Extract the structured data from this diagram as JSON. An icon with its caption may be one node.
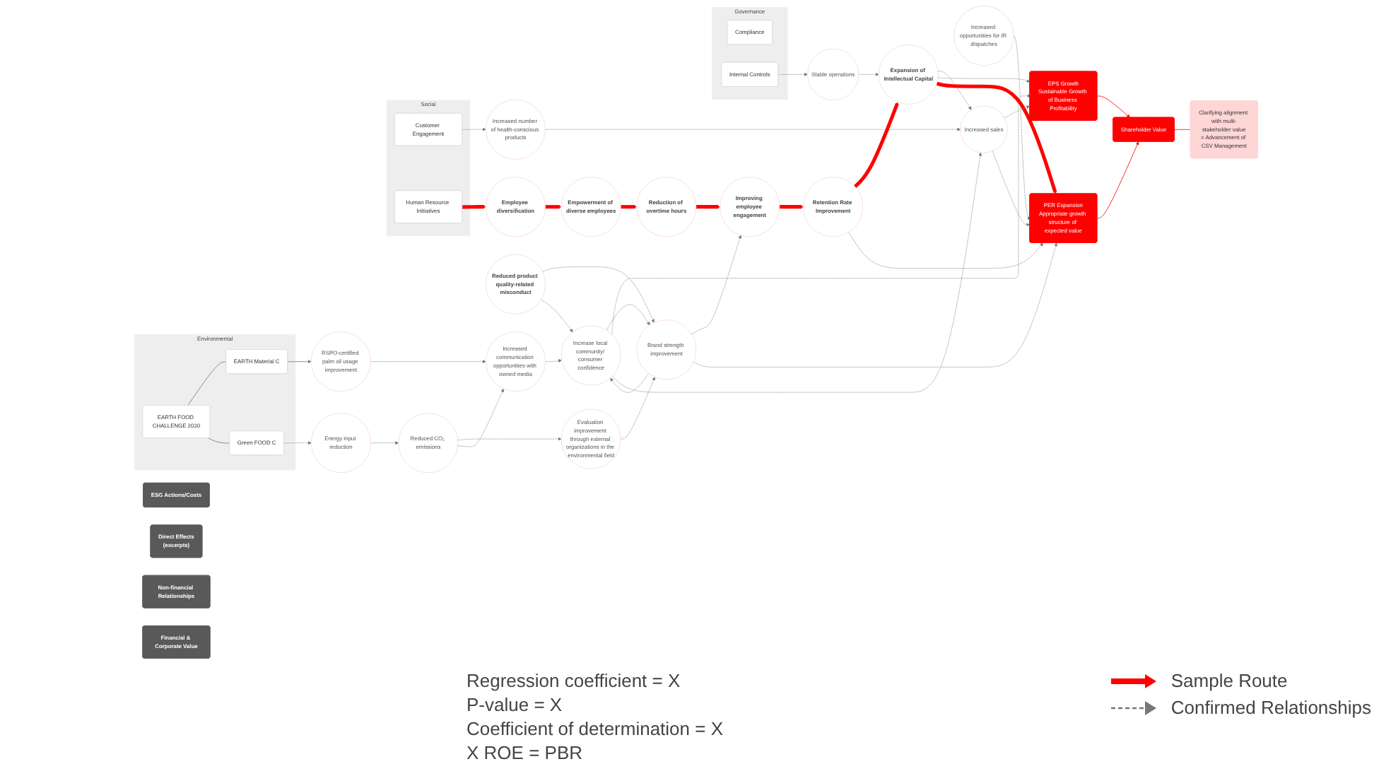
{
  "diagram": {
    "nodes": [
      {
        "text": [
          "ESG Actions/Costs"
        ]
      },
      {
        "text": [
          "Direct Effects",
          "(excerpts)"
        ]
      },
      {
        "text": [
          "Non-financial Relationships"
        ]
      },
      {
        "text": [
          "Financial & Corporate Value"
        ]
      },
      {
        "text": [
          "Environmental"
        ]
      },
      {
        "text": [
          "EARTH FOOD CHALLENGE 2030"
        ],
        "in": 4
      },
      {
        "text": [
          "EARTH Material C"
        ],
        "in": 4
      },
      {
        "text": [
          "Green FOOD C"
        ],
        "in": 4
      },
      {
        "text": [
          "Social"
        ]
      },
      {
        "text": [
          "Customer Engagement"
        ],
        "in": 8
      },
      {
        "text": [
          "Human Resource Initiatives"
        ],
        "in": 8
      },
      {
        "text": [
          "Governance"
        ]
      },
      {
        "text": [
          "Compliance"
        ],
        "in": 11
      },
      {
        "text": [
          "Internal Controls"
        ],
        "in": 11
      },
      {
        "text": [
          "RSPO-certified palm oil usage improvement"
        ]
      },
      {
        "text": [
          "Energy input reduction"
        ]
      },
      {
        "text": [
          "Increased number of health-conscious products"
        ]
      },
      {
        "text": [
          "Employee diversification"
        ]
      },
      {
        "text": [
          "Reduced product quality-related misconduct"
        ]
      },
      {
        "text": [
          "Stable operations"
        ]
      },
      {
        "text": [
          "Empowerment of diverse employees"
        ]
      },
      {
        "text": [
          "Reduced CO₂ emissions"
        ]
      },
      {
        "text": [
          "Evaluation improvement through external organizations in the environmental field"
        ]
      },
      {
        "text": [
          "Increased communication opportunities with owned media"
        ]
      },
      {
        "text": [
          "Increased opportunities for IR dispatches"
        ]
      },
      {
        "text": [
          "Reduction of overtime hours"
        ]
      },
      {
        "text": [
          "Brand strength improvement"
        ]
      },
      {
        "text": [
          "Improving employee engagement"
        ]
      },
      {
        "text": [
          "Increase local community/ consumer confidence"
        ]
      },
      {
        "text": [
          "Retention Rate Improvement"
        ]
      },
      {
        "text": [
          "Increased sales"
        ]
      },
      {
        "text": [
          "Expansion of Intellectual Capital"
        ]
      },
      {
        "text": [
          "EPS Growth",
          "Sustainable Growth of Business Profitability"
        ]
      },
      {
        "text": [
          "PER Expansion",
          "Appropriate growth structure of expected value"
        ]
      },
      {
        "text": [
          "Shareholder Value"
        ]
      },
      {
        "text": [
          "Clarifying alignment with multi-stakeholder value",
          "= Advancement of CSV Management"
        ]
      }
    ],
    "edges": [
      {
        "from": 5,
        "to": 6,
        "arrow": "none"
      },
      {
        "from": 5,
        "to": 7,
        "arrow": "none"
      },
      {
        "from": 6,
        "to": 14,
        "arrow": "to"
      },
      {
        "from": 7,
        "to": 15,
        "arrow": "to",
        "style": "dashed"
      },
      {
        "from": 9,
        "to": 16,
        "arrow": "to",
        "style": "dashed"
      },
      {
        "from": 10,
        "to": 17,
        "arrow": "to",
        "style": "thick",
        "color": "#ff0000"
      },
      {
        "from": 13,
        "to": 19,
        "arrow": "to",
        "style": "dashed"
      },
      {
        "from": 14,
        "to": 23,
        "arrow": "to",
        "style": "dashed"
      },
      {
        "from": 15,
        "to": 21,
        "arrow": "to",
        "style": "dashed"
      },
      {
        "from": 21,
        "to": 22,
        "arrow": "to",
        "style": "dashed"
      },
      {
        "from": 21,
        "to": 23,
        "arrow": "to",
        "style": "dashed"
      },
      {
        "from": 22,
        "to": 26,
        "arrow": "to",
        "style": "dashed"
      },
      {
        "from": 16,
        "to": 30,
        "arrow": "to",
        "style": "dashed"
      },
      {
        "from": 17,
        "to": 20,
        "arrow": "to",
        "style": "thick",
        "color": "#ff0000"
      },
      {
        "from": 18,
        "to": 26,
        "arrow": "to",
        "style": "dashed"
      },
      {
        "from": 18,
        "to": 28,
        "arrow": "to",
        "style": "dashed"
      },
      {
        "from": 19,
        "to": 31,
        "arrow": "to",
        "style": "dashed"
      },
      {
        "from": 20,
        "to": 25,
        "arrow": "to",
        "style": "thick",
        "color": "#ff0000"
      },
      {
        "from": 23,
        "to": 28,
        "arrow": "to",
        "style": "dashed"
      },
      {
        "from": 24,
        "to": 33,
        "arrow": "to",
        "style": "dashed"
      },
      {
        "from": 25,
        "to": 27,
        "arrow": "to",
        "style": "thick",
        "color": "#ff0000"
      },
      {
        "from": 26,
        "to": 28,
        "arrow": "to",
        "style": "dashed"
      },
      {
        "from": 26,
        "to": 27,
        "arrow": "to",
        "style": "dashed"
      },
      {
        "from": 26,
        "to": 33,
        "arrow": "to",
        "style": "dashed"
      },
      {
        "from": 28,
        "to": 26,
        "arrow": "to",
        "style": "dashed"
      },
      {
        "from": 28,
        "to": 32,
        "arrow": "to",
        "style": "dashed"
      },
      {
        "from": 28,
        "to": 30,
        "arrow": "to",
        "style": "dashed"
      },
      {
        "from": 27,
        "to": 29,
        "arrow": "to",
        "style": "thick",
        "color": "#ff0000"
      },
      {
        "from": 29,
        "to": 31,
        "arrow": "to",
        "style": "thick",
        "color": "#ff0000"
      },
      {
        "from": 29,
        "to": 33,
        "arrow": "to",
        "style": "dashed"
      },
      {
        "from": 31,
        "to": 30,
        "arrow": "to",
        "style": "dashed"
      },
      {
        "from": 31,
        "to": 32,
        "arrow": "to",
        "style": "dashed"
      },
      {
        "from": 31,
        "to": 33,
        "arrow": "to",
        "style": "thick",
        "color": "#ff0000"
      },
      {
        "from": 30,
        "to": 32,
        "arrow": "to",
        "style": "dashed"
      },
      {
        "from": 30,
        "to": 33,
        "arrow": "to",
        "style": "dashed"
      },
      {
        "from": 32,
        "to": 34,
        "arrow": "to",
        "color": "#ff0000"
      },
      {
        "from": 33,
        "to": 34,
        "arrow": "to",
        "color": "#ff0000"
      },
      {
        "from": 34,
        "to": 35,
        "arrow": "none",
        "color": "#ff0000"
      }
    ],
    "labels": [
      "Regression coefficient = X",
      "P-value = X",
      "Coefficient of determination = X",
      "X ROE = PBR"
    ],
    "legend": [
      {
        "text": "Sample Route"
      },
      {
        "text": "Confirmed Relationships"
      }
    ]
  }
}
